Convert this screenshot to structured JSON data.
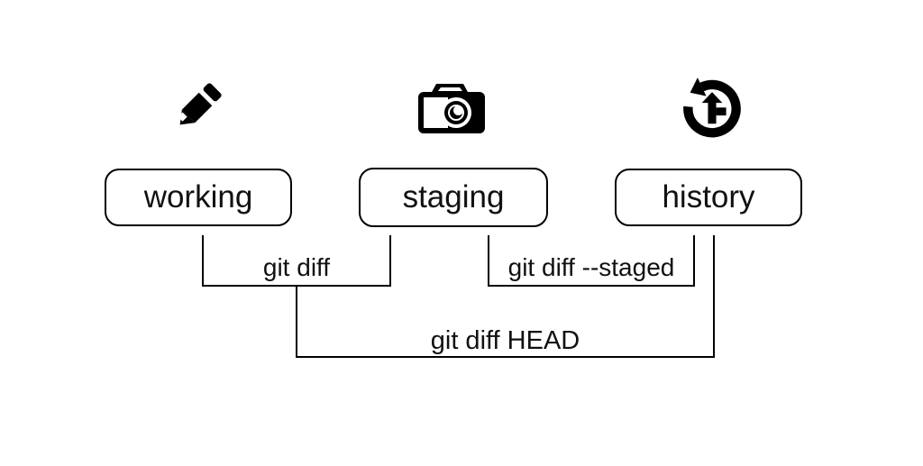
{
  "diagram": {
    "background_color": "#ffffff",
    "line_color": "#000000",
    "text_color": "#111111",
    "nodes": [
      {
        "label": "working",
        "icon": "pencil-icon"
      },
      {
        "label": "staging",
        "icon": "camera-icon"
      },
      {
        "label": "history",
        "icon": "history-icon"
      }
    ],
    "connectors": [
      {
        "label": "git diff",
        "from": "working",
        "to": "staging"
      },
      {
        "label": "git diff --staged",
        "from": "staging",
        "to": "history"
      },
      {
        "label": "git diff HEAD",
        "from": "working",
        "to": "history"
      }
    ]
  }
}
